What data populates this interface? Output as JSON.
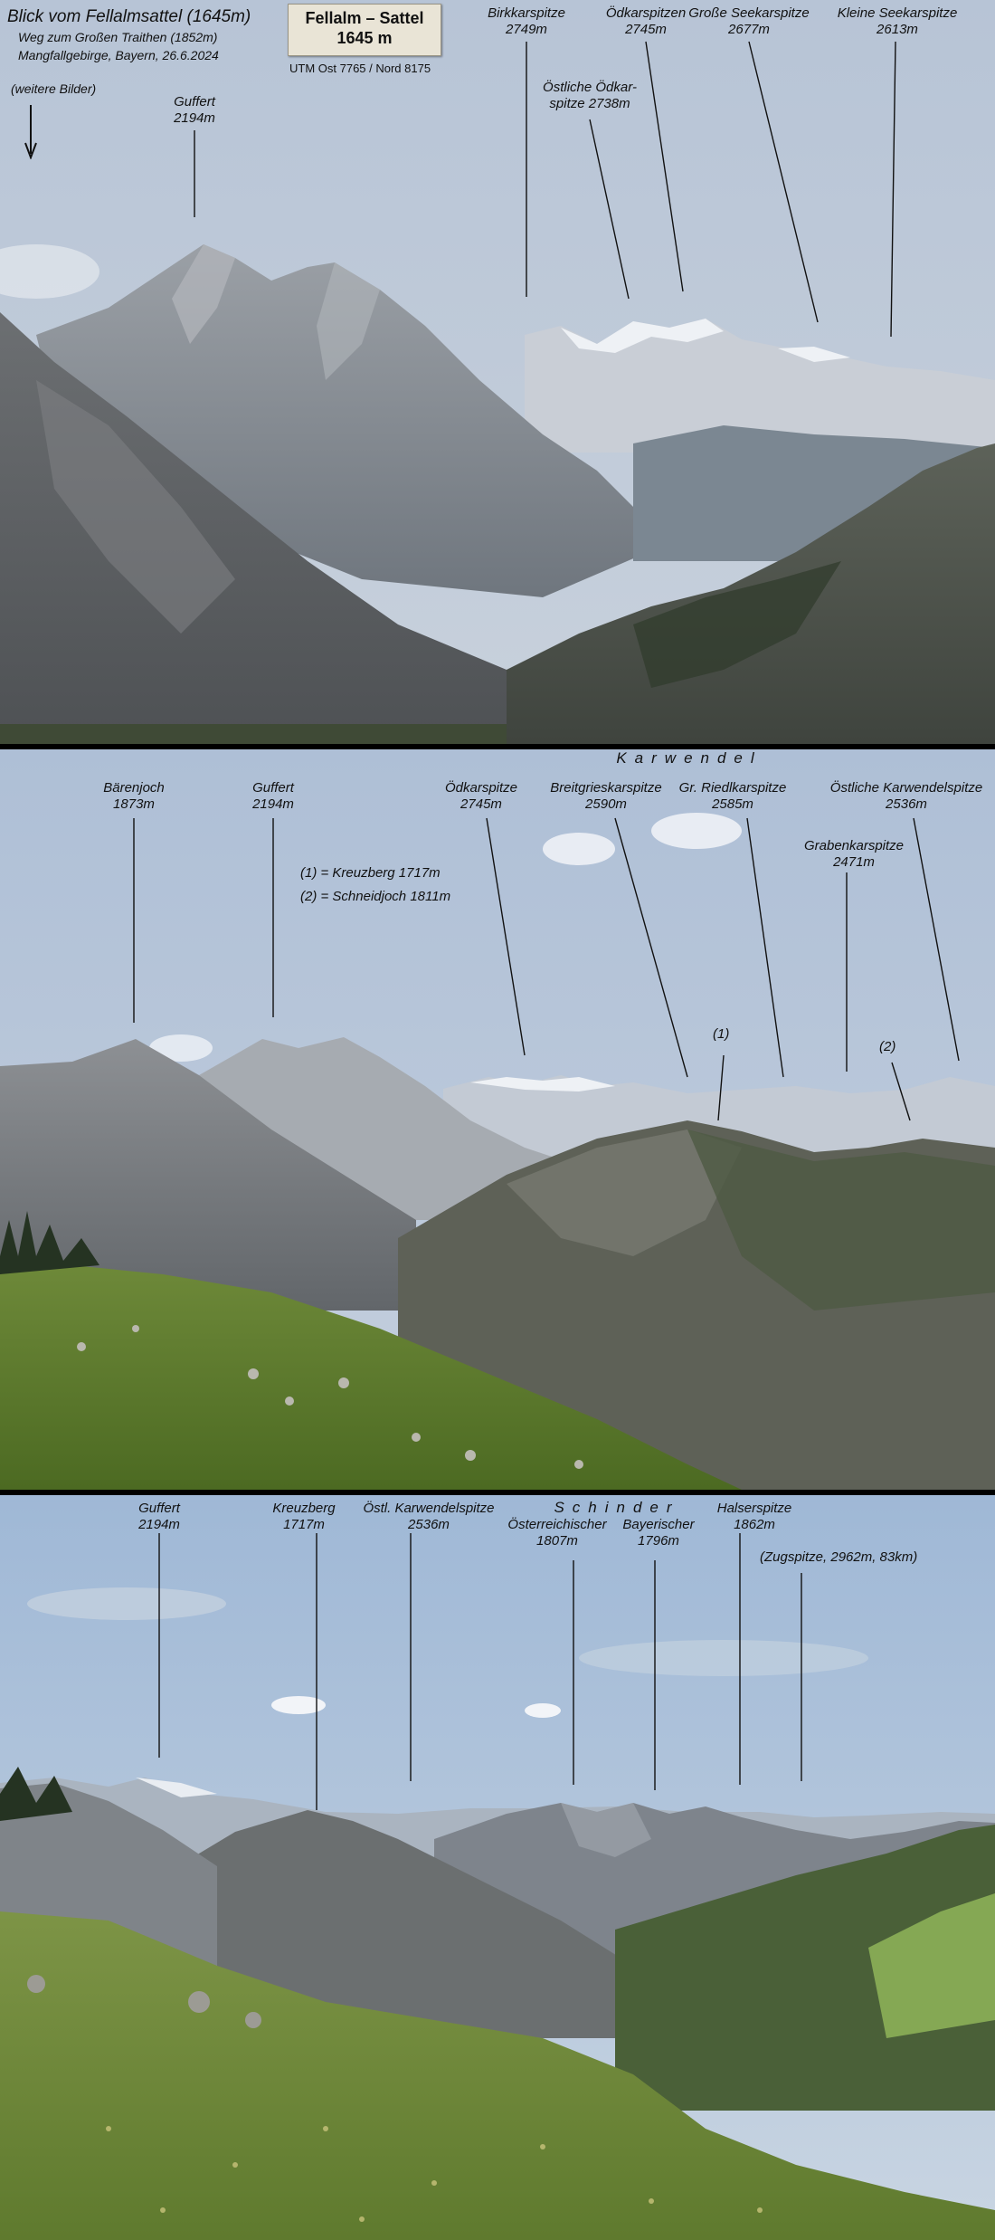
{
  "header": {
    "title": "Blick vom Fellalmsattel (1645m)",
    "subtitle1": "Weg zum Großen Traithen (1852m)",
    "subtitle2": "Mangfallgebirge, Bayern, 26.6.2024",
    "more_images": "(weitere Bilder)"
  },
  "sign": {
    "line1": "Fellalm – Sattel",
    "line2": "1645 m",
    "utm": "UTM  Ost  7765 / Nord  8175"
  },
  "panel1": {
    "labels": [
      {
        "name": "Guffert",
        "alt": "2194m"
      },
      {
        "name": "Birkkarspitze",
        "alt": "2749m"
      },
      {
        "name": "Ödkarspitzen",
        "alt": "2745m"
      },
      {
        "name": "Große Seekarspitze",
        "alt": "2677m"
      },
      {
        "name": "Kleine Seekarspitze",
        "alt": "2613m"
      },
      {
        "name": "Östliche Ödkar-",
        "alt": "spitze 2738m"
      }
    ]
  },
  "panel2": {
    "group": "Karwendel",
    "notes": [
      "(1) = Kreuzberg 1717m",
      "(2) = Schneidjoch 1811m"
    ],
    "markers": [
      "(1)",
      "(2)"
    ],
    "labels": [
      {
        "name": "Bärenjoch",
        "alt": "1873m"
      },
      {
        "name": "Guffert",
        "alt": "2194m"
      },
      {
        "name": "Ödkarspitze",
        "alt": "2745m"
      },
      {
        "name": "Breitgrieskarspitze",
        "alt": "2590m"
      },
      {
        "name": "Gr. Riedlkarspitze",
        "alt": "2585m"
      },
      {
        "name": "Östliche Karwendelspitze",
        "alt": "2536m"
      },
      {
        "name": "Grabenkarspitze",
        "alt": "2471m"
      }
    ]
  },
  "panel3": {
    "group": "Schinder",
    "labels": [
      {
        "name": "Guffert",
        "alt": "2194m"
      },
      {
        "name": "Kreuzberg",
        "alt": "1717m"
      },
      {
        "name": "Östl. Karwendelspitze",
        "alt": "2536m"
      },
      {
        "name": "Österreichischer",
        "alt": "1807m"
      },
      {
        "name": "Bayerischer",
        "alt": "1796m"
      },
      {
        "name": "Halserspitze",
        "alt": "1862m"
      }
    ],
    "zugspitze": "(Zugspitze, 2962m, 83km)"
  }
}
